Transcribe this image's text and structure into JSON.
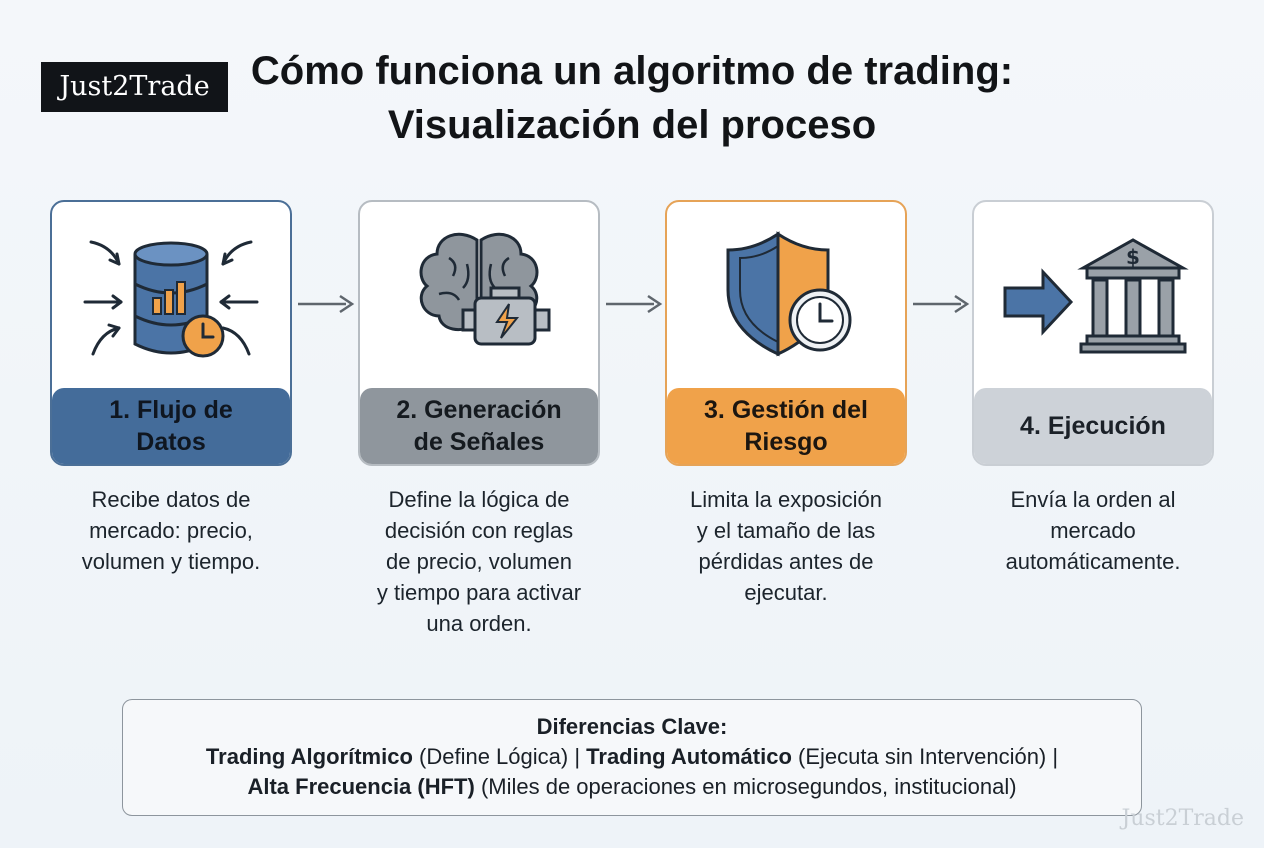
{
  "brand": {
    "logo_text": "Just2Trade",
    "watermark": "Just2Trade"
  },
  "title": {
    "line1": "Cómo funciona un algoritmo de trading:",
    "line2": "Visualización del proceso"
  },
  "steps": [
    {
      "label_line1": "1. Flujo de",
      "label_line2": "Datos",
      "icon": "database-clock-icon",
      "description": [
        "Recibe datos de",
        "mercado: precio,",
        "volumen y tiempo."
      ]
    },
    {
      "label_line1": "2. Generación",
      "label_line2": "de Señales",
      "icon": "brain-engine-icon",
      "description": [
        "Define la lógica de",
        "decisión con reglas",
        "de precio, volumen",
        "y tiempo para activar",
        "una orden."
      ]
    },
    {
      "label_line1": "3. Gestión del",
      "label_line2": "Riesgo",
      "icon": "shield-clock-icon",
      "description": [
        "Limita la exposición",
        "y el tamaño de las",
        "pérdidas antes de",
        "ejecutar."
      ]
    },
    {
      "label_line1": "4. Ejecución",
      "label_line2": "",
      "icon": "bank-arrow-icon",
      "description": [
        "Envía la orden al",
        "mercado",
        "automáticamente."
      ]
    }
  ],
  "key_differences": {
    "title": "Diferencias Clave:",
    "item1_bold": "Trading Algorítmico",
    "item1_text": " (Define Lógica) | ",
    "item2_bold": "Trading Automático",
    "item2_text": " (Ejecuta sin Intervención) |",
    "item3_bold": "Alta Frecuencia (HFT)",
    "item3_text": " (Miles de operaciones en microsegundos, institucional)"
  },
  "colors": {
    "blue": "#446c9a",
    "gray": "#8f969d",
    "orange": "#f0a24a",
    "light_gray": "#cdd2d8"
  }
}
